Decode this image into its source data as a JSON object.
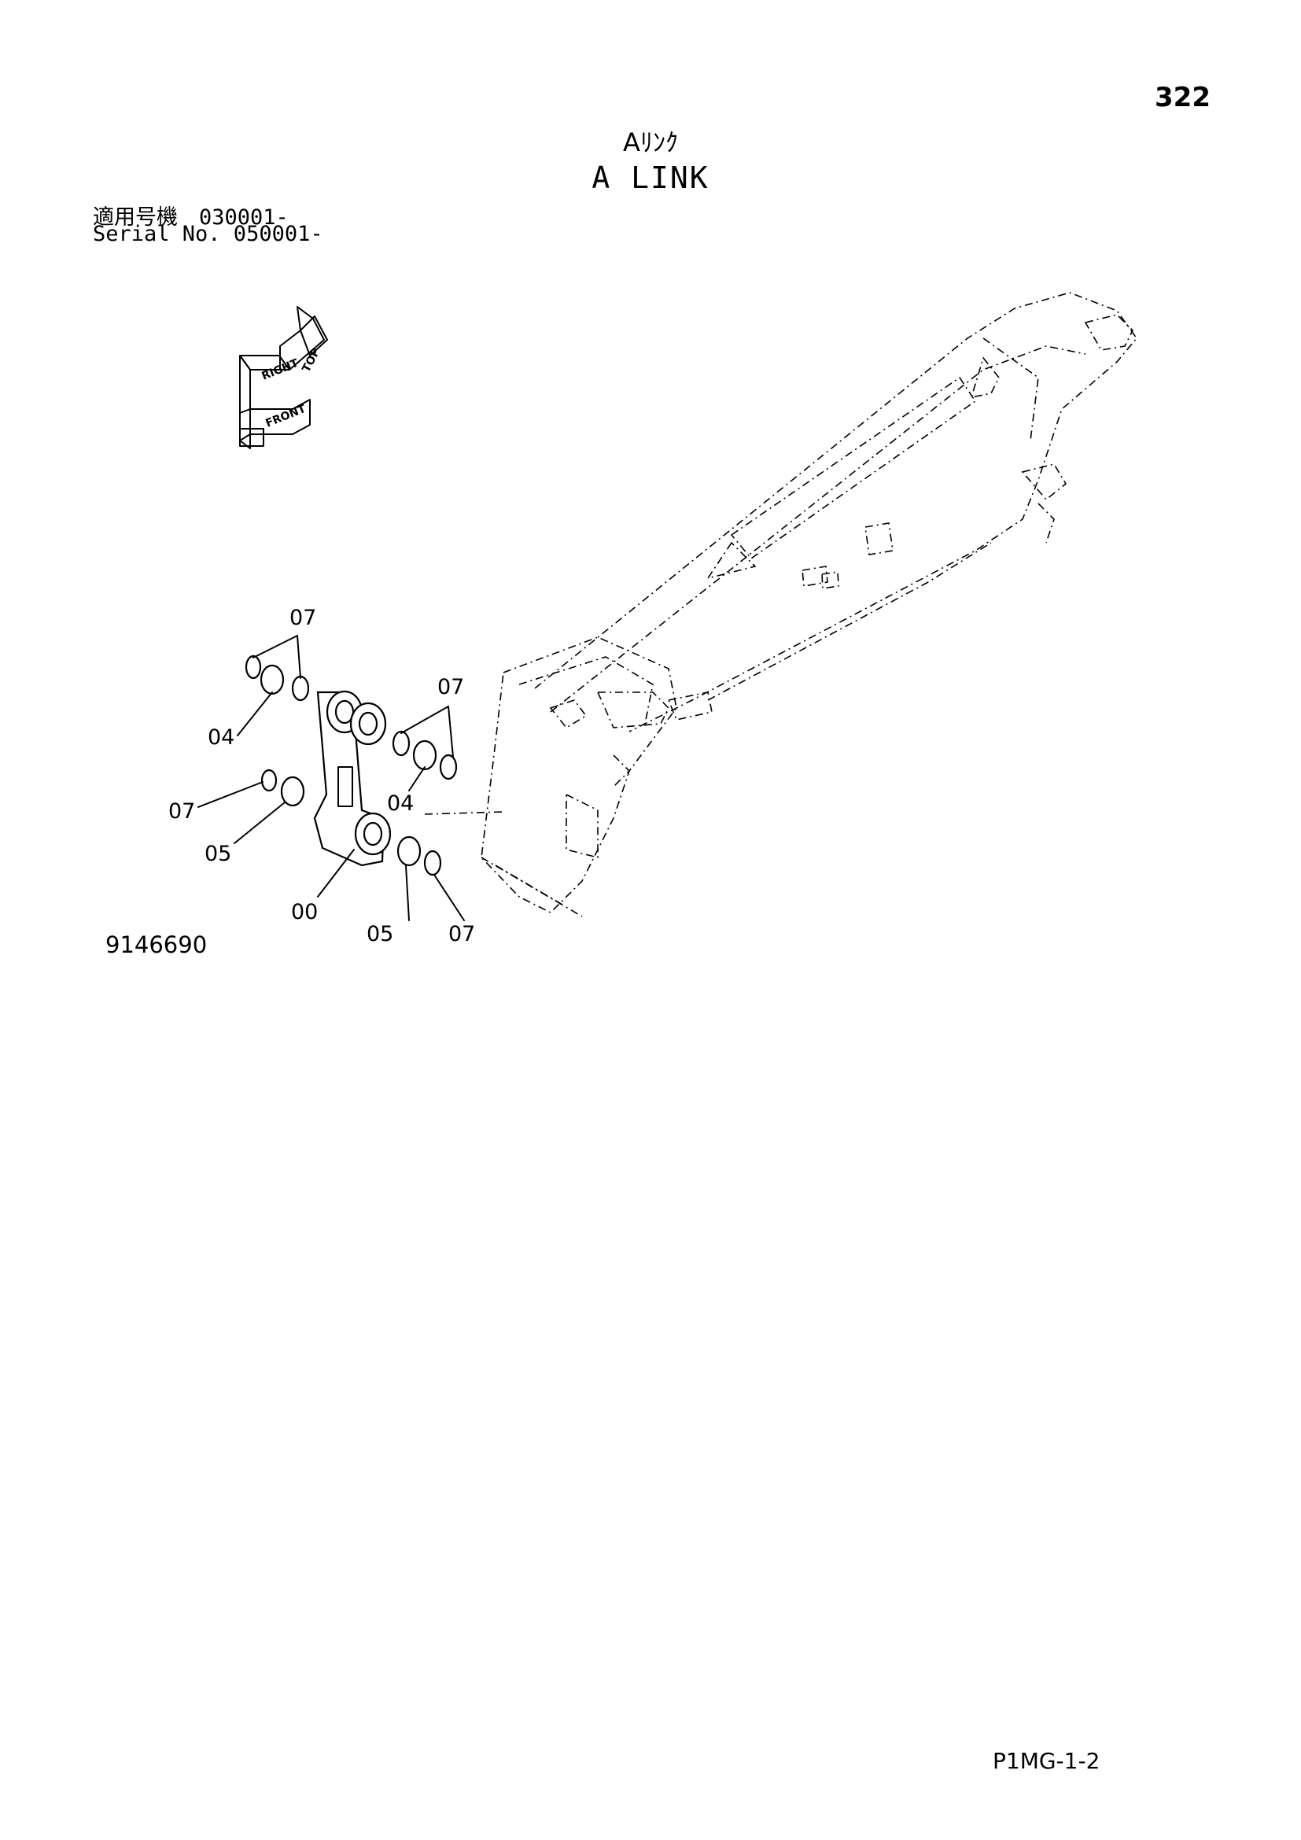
{
  "page_number": "322",
  "title_jp": "Aﾘﾝｸ",
  "title_en": "A LINK",
  "serial_jp": "適用号機　030001-",
  "serial_en": "Serial No. 050001-",
  "orientation_labels": {
    "top": "TOP",
    "right": "RIGHT",
    "front": "FRONT"
  },
  "callouts": [
    "07",
    "04",
    "07",
    "04",
    "07",
    "05",
    "00",
    "05",
    "07"
  ],
  "drawing_number": "9146690",
  "page_code": "P1MG-1-2"
}
